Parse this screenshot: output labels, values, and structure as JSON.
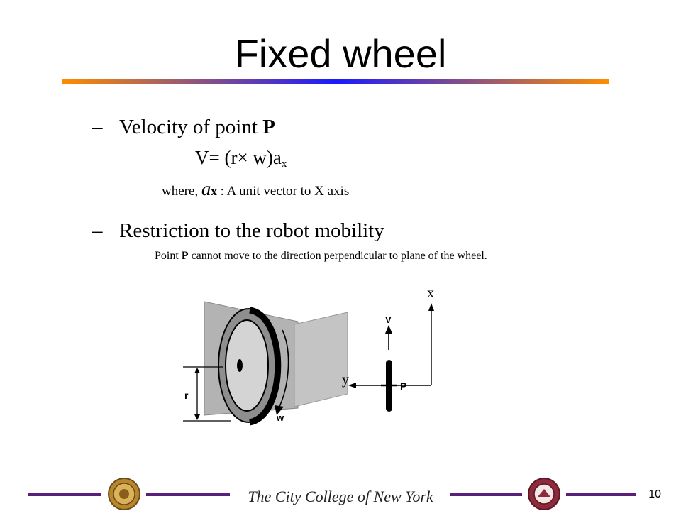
{
  "slide": {
    "title": "Fixed wheel",
    "bullet1": {
      "dash": "–",
      "text": "Velocity of point ",
      "bold": "P"
    },
    "equation": {
      "lhs": "V=",
      "rhs": "(r× w)a",
      "sub": "x"
    },
    "where": {
      "prefix": "where,",
      "symbol": "a",
      "symbol_sub": "x",
      "suffix": ": A unit vector to X axis"
    },
    "bullet2": {
      "dash": "–",
      "text": "Restriction to the robot mobility"
    },
    "note": {
      "prefix": "Point ",
      "bold": "P",
      "suffix": " cannot move to the direction perpendicular to plane of the wheel."
    }
  },
  "figure": {
    "label_r": "r",
    "label_w": "w",
    "label_v": "V",
    "label_p": "P",
    "label_x": "x",
    "label_y": "y"
  },
  "footer": {
    "institution": "The City College of New York",
    "page_number": "10"
  },
  "colors": {
    "title_rule_start": "#ff8c00",
    "title_rule_mid": "#1a1aff",
    "footer_line": "#5a1f78"
  }
}
